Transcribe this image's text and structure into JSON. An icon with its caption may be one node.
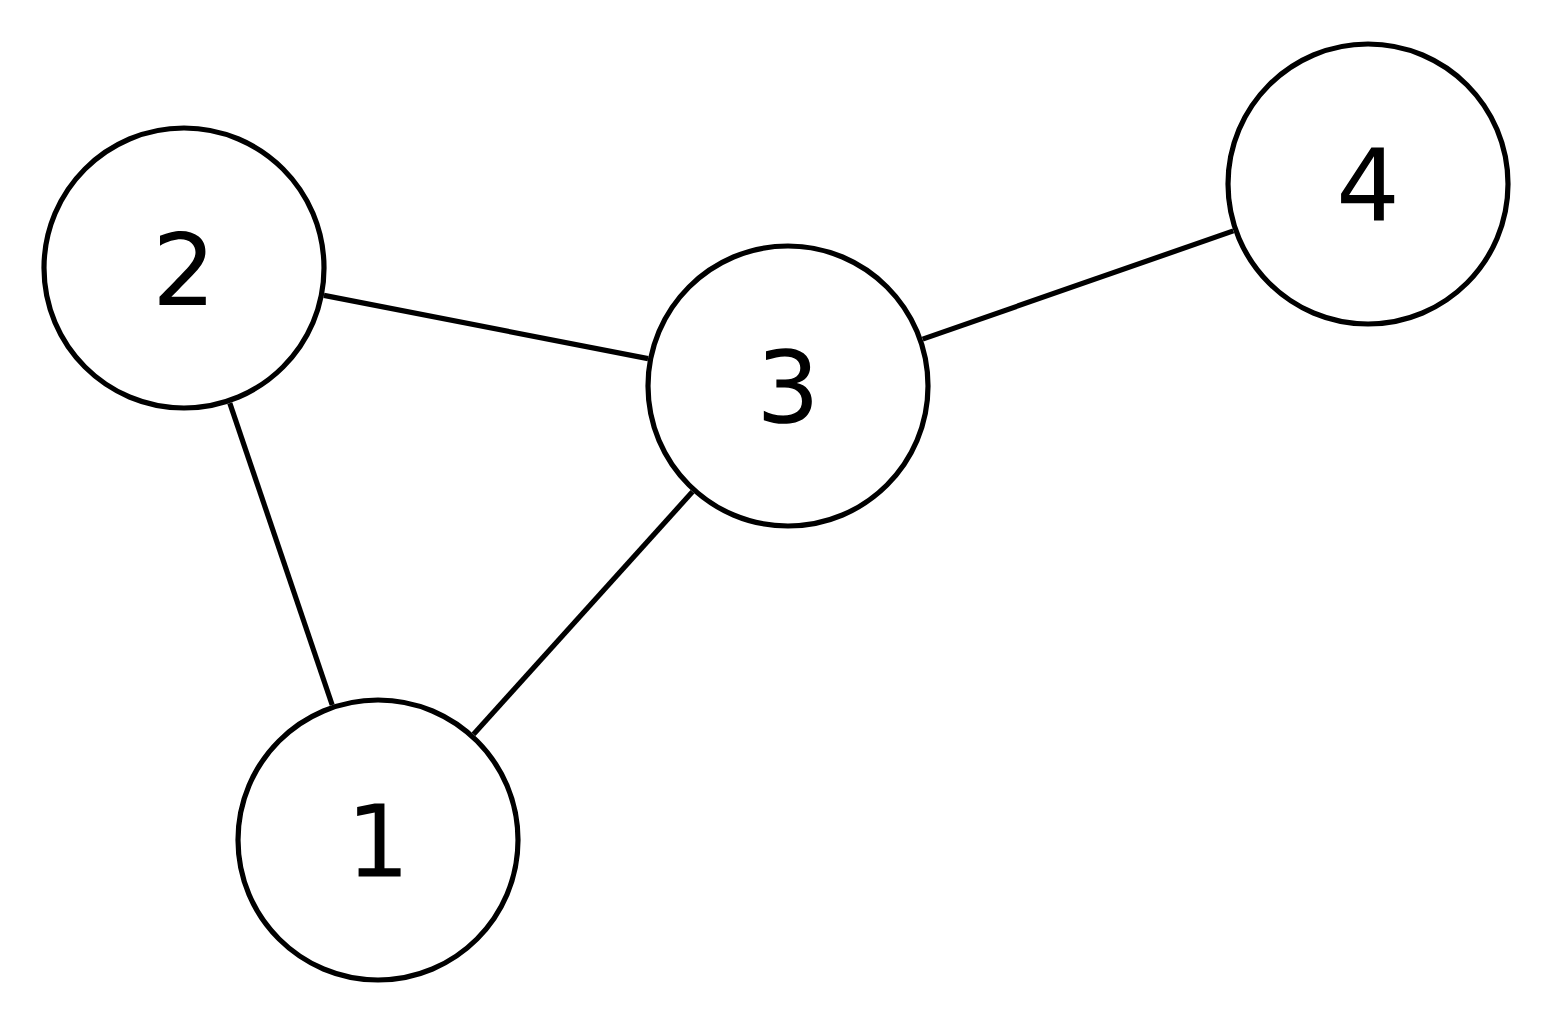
{
  "diagram": {
    "nodes": [
      {
        "text": [
          "1"
        ]
      },
      {
        "text": [
          "2"
        ]
      },
      {
        "text": [
          "3"
        ]
      },
      {
        "text": [
          "4"
        ]
      }
    ],
    "edges": [
      {
        "from": 1,
        "to": 2,
        "arrow": "none"
      },
      {
        "from": 1,
        "to": 0,
        "arrow": "none"
      },
      {
        "from": 2,
        "to": 0,
        "arrow": "none"
      },
      {
        "from": 2,
        "to": 3,
        "arrow": "none"
      }
    ]
  }
}
